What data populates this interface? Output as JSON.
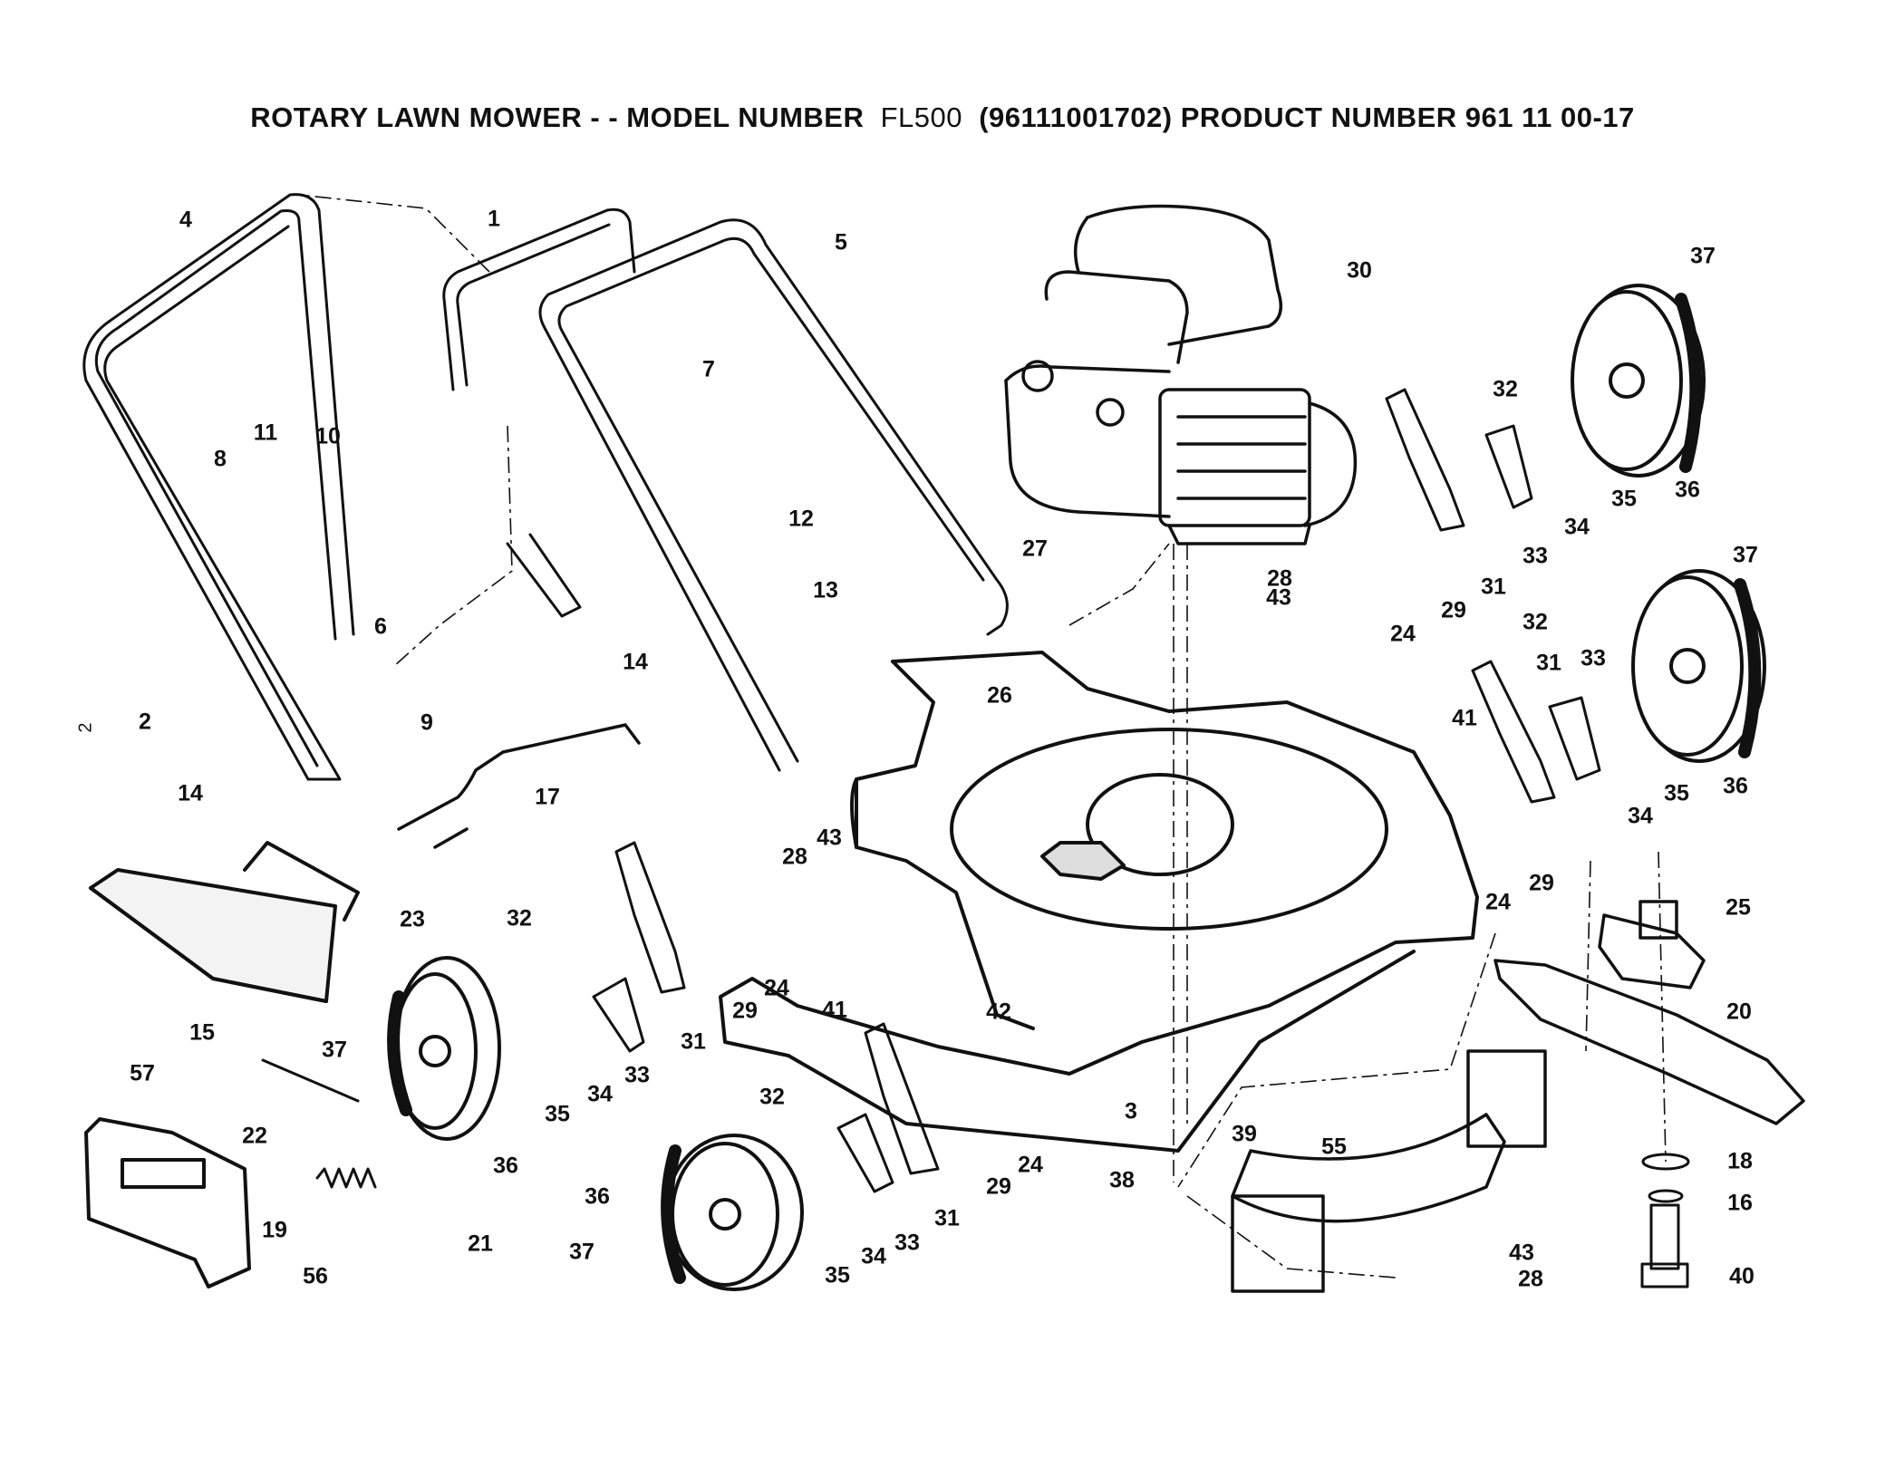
{
  "title": {
    "prefix": "ROTARY LAWN MOWER - - MODEL NUMBER",
    "model": "FL500",
    "suffix": "(96111001702) PRODUCT NUMBER 961 11 00-17"
  },
  "side_mark": "2",
  "callouts": [
    {
      "id": "1",
      "label": "1"
    },
    {
      "id": "2",
      "label": "2"
    },
    {
      "id": "3",
      "label": "3"
    },
    {
      "id": "4",
      "label": "4"
    },
    {
      "id": "5",
      "label": "5"
    },
    {
      "id": "6",
      "label": "6"
    },
    {
      "id": "7",
      "label": "7"
    },
    {
      "id": "8",
      "label": "8"
    },
    {
      "id": "9",
      "label": "9"
    },
    {
      "id": "10",
      "label": "10"
    },
    {
      "id": "11",
      "label": "11"
    },
    {
      "id": "12",
      "label": "12"
    },
    {
      "id": "13",
      "label": "13"
    },
    {
      "id": "14a",
      "label": "14"
    },
    {
      "id": "14b",
      "label": "14"
    },
    {
      "id": "15",
      "label": "15"
    },
    {
      "id": "16",
      "label": "16"
    },
    {
      "id": "17",
      "label": "17"
    },
    {
      "id": "18",
      "label": "18"
    },
    {
      "id": "19",
      "label": "19"
    },
    {
      "id": "20",
      "label": "20"
    },
    {
      "id": "21",
      "label": "21"
    },
    {
      "id": "22",
      "label": "22"
    },
    {
      "id": "23",
      "label": "23"
    },
    {
      "id": "24a",
      "label": "24"
    },
    {
      "id": "24b",
      "label": "24"
    },
    {
      "id": "24c",
      "label": "24"
    },
    {
      "id": "24d",
      "label": "24"
    },
    {
      "id": "25",
      "label": "25"
    },
    {
      "id": "26",
      "label": "26"
    },
    {
      "id": "27",
      "label": "27"
    },
    {
      "id": "28a",
      "label": "28"
    },
    {
      "id": "28b",
      "label": "28"
    },
    {
      "id": "28c",
      "label": "28"
    },
    {
      "id": "29a",
      "label": "29"
    },
    {
      "id": "29b",
      "label": "29"
    },
    {
      "id": "29c",
      "label": "29"
    },
    {
      "id": "29d",
      "label": "29"
    },
    {
      "id": "30",
      "label": "30"
    },
    {
      "id": "31a",
      "label": "31"
    },
    {
      "id": "31b",
      "label": "31"
    },
    {
      "id": "31c",
      "label": "31"
    },
    {
      "id": "31d",
      "label": "31"
    },
    {
      "id": "32a",
      "label": "32"
    },
    {
      "id": "32b",
      "label": "32"
    },
    {
      "id": "32c",
      "label": "32"
    },
    {
      "id": "32d",
      "label": "32"
    },
    {
      "id": "33a",
      "label": "33"
    },
    {
      "id": "33b",
      "label": "33"
    },
    {
      "id": "33c",
      "label": "33"
    },
    {
      "id": "33d",
      "label": "33"
    },
    {
      "id": "34a",
      "label": "34"
    },
    {
      "id": "34b",
      "label": "34"
    },
    {
      "id": "34c",
      "label": "34"
    },
    {
      "id": "34d",
      "label": "34"
    },
    {
      "id": "35a",
      "label": "35"
    },
    {
      "id": "35b",
      "label": "35"
    },
    {
      "id": "35c",
      "label": "35"
    },
    {
      "id": "35d",
      "label": "35"
    },
    {
      "id": "36a",
      "label": "36"
    },
    {
      "id": "36b",
      "label": "36"
    },
    {
      "id": "36c",
      "label": "36"
    },
    {
      "id": "36d",
      "label": "36"
    },
    {
      "id": "37a",
      "label": "37"
    },
    {
      "id": "37b",
      "label": "37"
    },
    {
      "id": "37c",
      "label": "37"
    },
    {
      "id": "37d",
      "label": "37"
    },
    {
      "id": "38",
      "label": "38"
    },
    {
      "id": "39",
      "label": "39"
    },
    {
      "id": "40",
      "label": "40"
    },
    {
      "id": "41a",
      "label": "41"
    },
    {
      "id": "41b",
      "label": "41"
    },
    {
      "id": "42",
      "label": "42"
    },
    {
      "id": "43a",
      "label": "43"
    },
    {
      "id": "43b",
      "label": "43"
    },
    {
      "id": "43c",
      "label": "43"
    },
    {
      "id": "55",
      "label": "55"
    },
    {
      "id": "56",
      "label": "56"
    },
    {
      "id": "57",
      "label": "57"
    }
  ]
}
